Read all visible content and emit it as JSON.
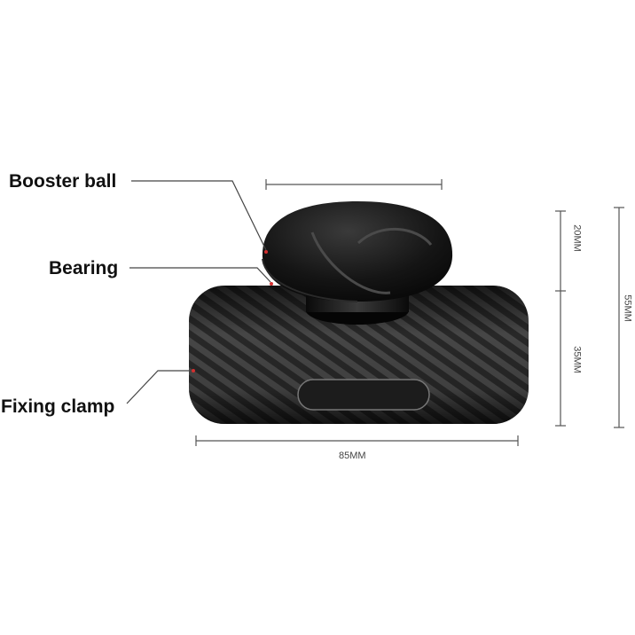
{
  "callouts": {
    "booster_ball": "Booster ball",
    "bearing": "Bearing",
    "fixing_clamp": "Fixing clamp"
  },
  "dimensions": {
    "knob_height": "20MM",
    "clamp_height": "35MM",
    "total_height": "55MM",
    "clamp_width": "85MM"
  },
  "colors": {
    "background": "#ffffff",
    "label_text": "#111111",
    "dimension_line": "#555555",
    "leader_line": "#444444",
    "product_body": "#1a1a1a",
    "knob": "#121212",
    "accent_marker": "#d32f2f"
  }
}
